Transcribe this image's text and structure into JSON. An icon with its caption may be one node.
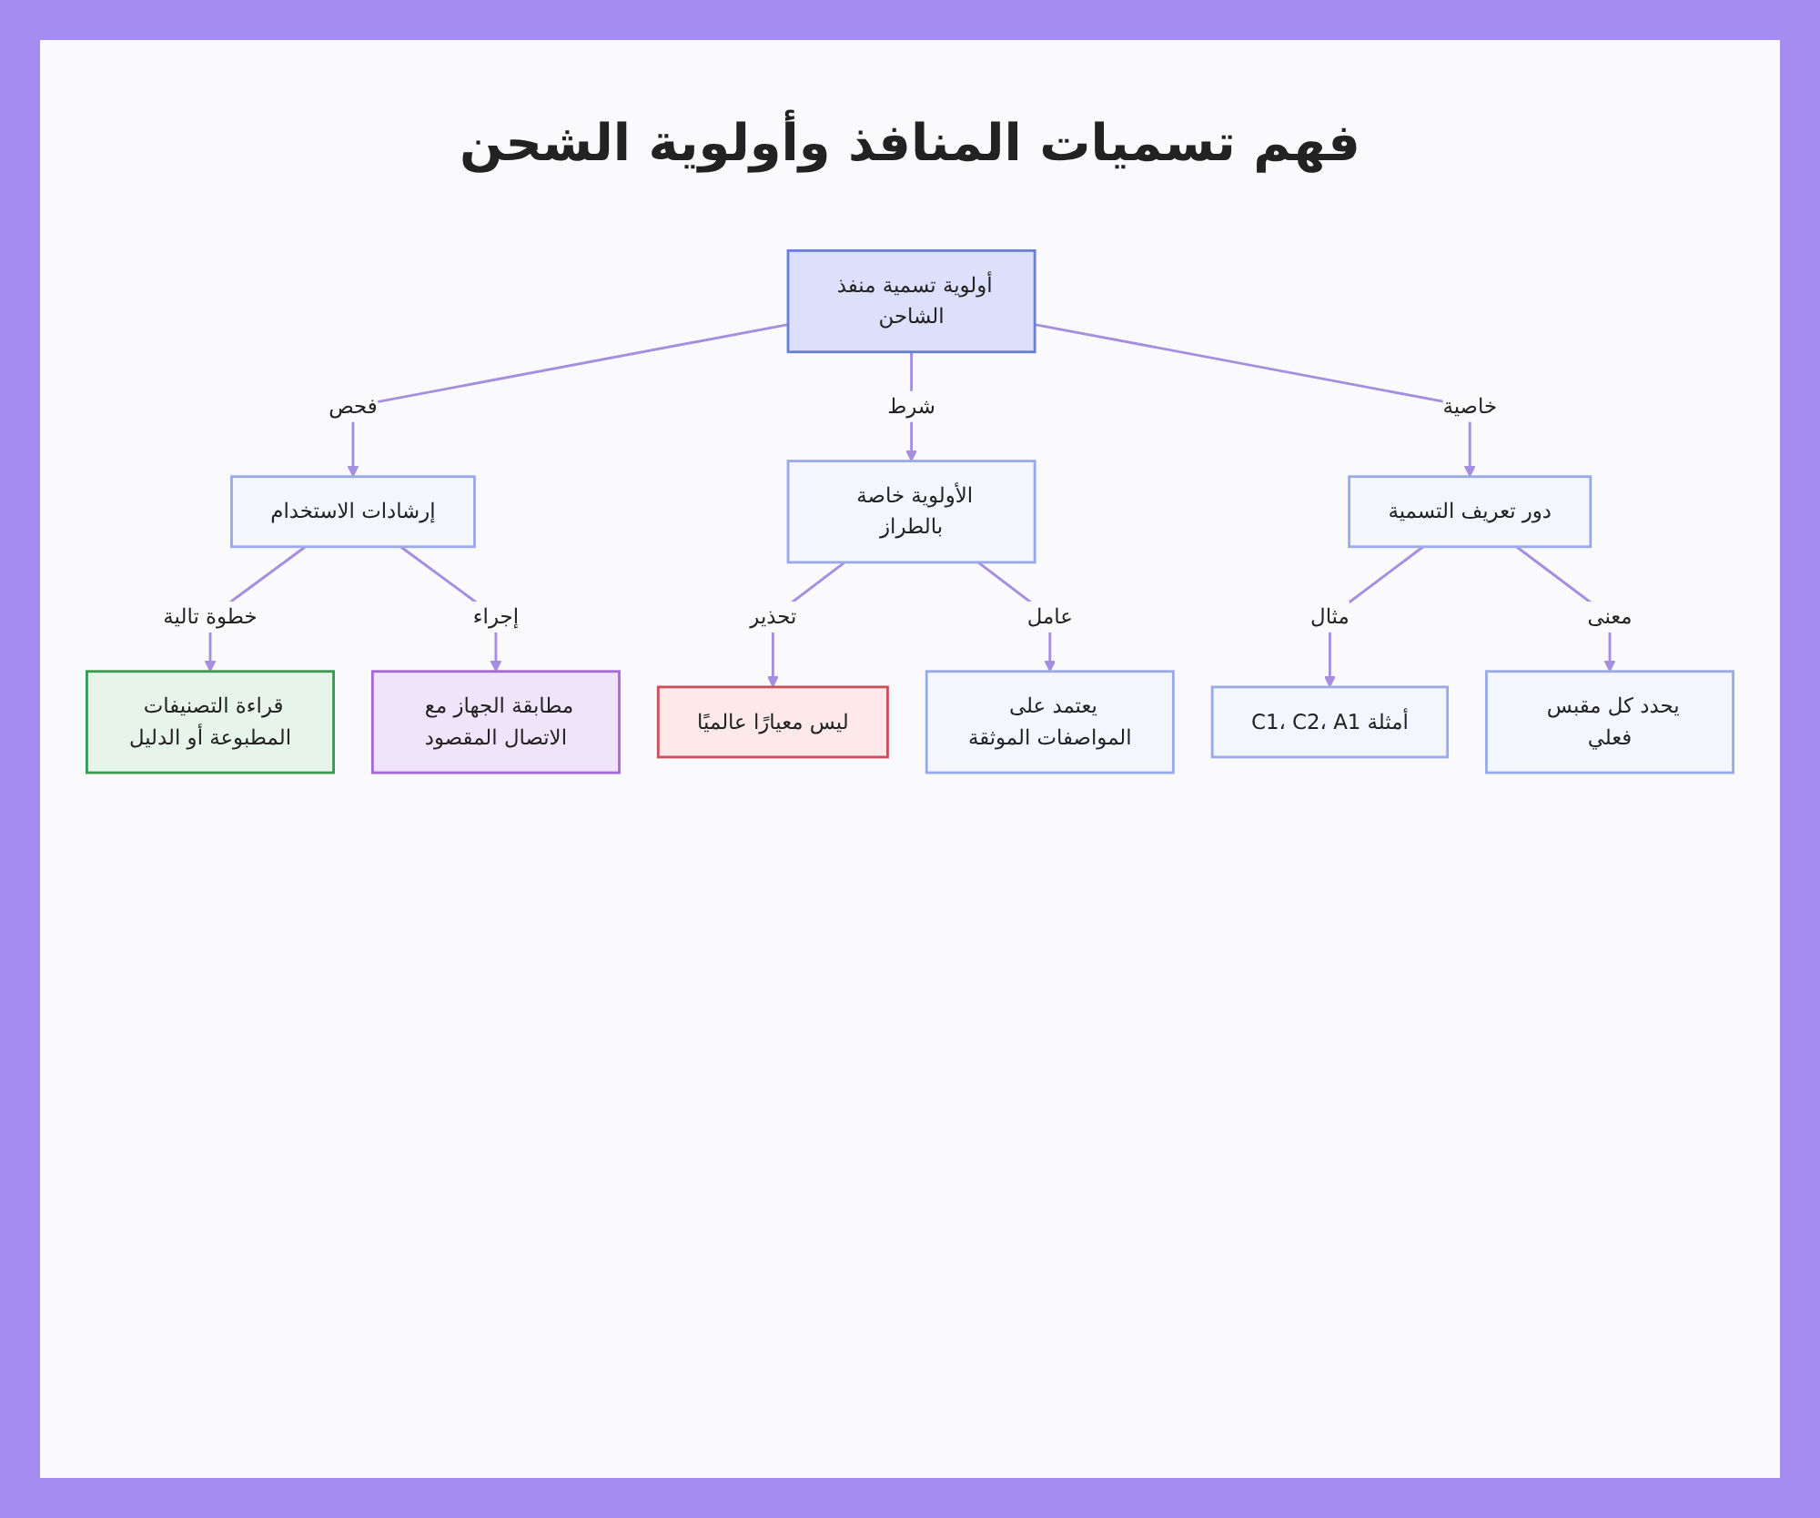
{
  "diagram": {
    "title": "فهم تسميات المنافذ وأولوية الشحن",
    "nodes": [
      {
        "text": [
          "أولوية تسمية منفذ الشاحن"
        ]
      },
      {
        "text": [
          "إرشادات الاستخدام"
        ]
      },
      {
        "text": [
          "الأولوية خاصة بالطراز"
        ]
      },
      {
        "text": [
          "دور تعريف التسمية"
        ]
      },
      {
        "text": [
          "قراءة التصنيفات المطبوعة أو الدليل"
        ]
      },
      {
        "text": [
          "مطابقة الجهاز مع الاتصال المقصود"
        ]
      },
      {
        "text": [
          "ليس معيارًا عالميًا"
        ]
      },
      {
        "text": [
          "يعتمد على المواصفات الموثقة"
        ]
      },
      {
        "text": [
          "أمثلة C1، C2، A1"
        ]
      },
      {
        "text": [
          "يحدد كل مقبس فعلي"
        ]
      }
    ],
    "edges": [
      {
        "from": 0,
        "to": 1,
        "arrow": "to",
        "label": "فحص"
      },
      {
        "from": 0,
        "to": 2,
        "arrow": "to",
        "label": "شرط"
      },
      {
        "from": 0,
        "to": 3,
        "arrow": "to",
        "label": "خاصية"
      },
      {
        "from": 1,
        "to": 4,
        "arrow": "to",
        "label": "خطوة تالية"
      },
      {
        "from": 1,
        "to": 5,
        "arrow": "to",
        "label": "إجراء"
      },
      {
        "from": 2,
        "to": 6,
        "arrow": "to",
        "label": "تحذير"
      },
      {
        "from": 2,
        "to": 7,
        "arrow": "to",
        "label": "عامل"
      },
      {
        "from": 3,
        "to": 8,
        "arrow": "to",
        "label": "مثال"
      },
      {
        "from": 3,
        "to": 9,
        "arrow": "to",
        "label": "معنى"
      }
    ]
  }
}
